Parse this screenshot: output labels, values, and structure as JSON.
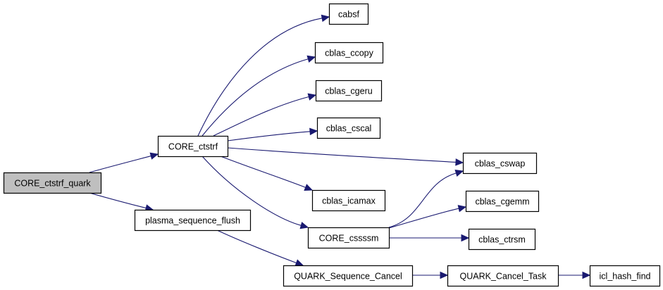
{
  "diagram": {
    "type": "call-graph",
    "colors": {
      "edge": "#191970",
      "root_fill": "#bfbfbf",
      "node_fill": "#ffffff",
      "node_border": "#000000"
    },
    "nodes": [
      {
        "id": "core_ctstrf_quark",
        "label": "CORE_ctstrf_quark",
        "root": true
      },
      {
        "id": "core_ctstrf",
        "label": "CORE_ctstrf"
      },
      {
        "id": "plasma_sequence_flush",
        "label": "plasma_sequence_flush"
      },
      {
        "id": "cabsf",
        "label": "cabsf"
      },
      {
        "id": "cblas_ccopy",
        "label": "cblas_ccopy"
      },
      {
        "id": "cblas_cgeru",
        "label": "cblas_cgeru"
      },
      {
        "id": "cblas_cscal",
        "label": "cblas_cscal"
      },
      {
        "id": "cblas_icamax",
        "label": "cblas_icamax"
      },
      {
        "id": "core_cssssm",
        "label": "CORE_cssssm"
      },
      {
        "id": "cblas_cswap",
        "label": "cblas_cswap"
      },
      {
        "id": "cblas_cgemm",
        "label": "cblas_cgemm"
      },
      {
        "id": "cblas_ctrsm",
        "label": "cblas_ctrsm"
      },
      {
        "id": "quark_sequence_cancel",
        "label": "QUARK_Sequence_Cancel"
      },
      {
        "id": "quark_cancel_task",
        "label": "QUARK_Cancel_Task"
      },
      {
        "id": "icl_hash_find",
        "label": "icl_hash_find"
      }
    ],
    "edges": [
      {
        "from": "core_ctstrf_quark",
        "to": "core_ctstrf"
      },
      {
        "from": "core_ctstrf_quark",
        "to": "plasma_sequence_flush"
      },
      {
        "from": "core_ctstrf",
        "to": "cabsf"
      },
      {
        "from": "core_ctstrf",
        "to": "cblas_ccopy"
      },
      {
        "from": "core_ctstrf",
        "to": "cblas_cgeru"
      },
      {
        "from": "core_ctstrf",
        "to": "cblas_cscal"
      },
      {
        "from": "core_ctstrf",
        "to": "cblas_cswap"
      },
      {
        "from": "core_ctstrf",
        "to": "cblas_icamax"
      },
      {
        "from": "core_ctstrf",
        "to": "core_cssssm"
      },
      {
        "from": "core_cssssm",
        "to": "cblas_cswap"
      },
      {
        "from": "core_cssssm",
        "to": "cblas_cgemm"
      },
      {
        "from": "core_cssssm",
        "to": "cblas_ctrsm"
      },
      {
        "from": "plasma_sequence_flush",
        "to": "quark_sequence_cancel"
      },
      {
        "from": "quark_sequence_cancel",
        "to": "quark_cancel_task"
      },
      {
        "from": "quark_cancel_task",
        "to": "icl_hash_find"
      }
    ]
  }
}
